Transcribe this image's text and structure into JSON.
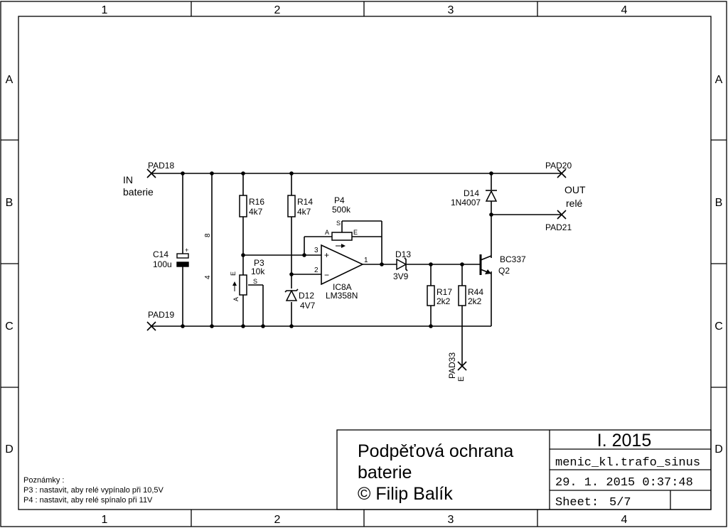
{
  "frame": {
    "columns": [
      "1",
      "2",
      "3",
      "4"
    ],
    "rows": [
      "A",
      "B",
      "C",
      "D"
    ]
  },
  "pads": {
    "pad18": "PAD18",
    "pad19": "PAD19",
    "pad20": "PAD20",
    "pad21": "PAD21",
    "pad33": "PAD33",
    "pad33_sub": "E"
  },
  "labels": {
    "in": "IN",
    "in_sub": "baterie",
    "out": "OUT",
    "out_sub": "relé"
  },
  "components": {
    "c14": {
      "ref": "C14",
      "value": "100u"
    },
    "r16": {
      "ref": "R16",
      "value": "4k7"
    },
    "r14": {
      "ref": "R14",
      "value": "4k7"
    },
    "p3": {
      "ref": "P3",
      "value": "10k",
      "pin_a": "A",
      "pin_e": "E",
      "pin_s": "S"
    },
    "p4": {
      "ref": "P4",
      "value": "500k",
      "pin_a": "A",
      "pin_e": "E",
      "pin_s": "S"
    },
    "d12": {
      "ref": "D12",
      "value": "4V7"
    },
    "d13": {
      "ref": "D13",
      "value": "3V9"
    },
    "d14": {
      "ref": "D14",
      "value": "1N4007"
    },
    "ic8a": {
      "ref": "IC8A",
      "value": "LM358N",
      "pin_plus": "+",
      "pin_minus": "−",
      "pin3": "3",
      "pin2": "2",
      "pin1": "1",
      "pwr8": "8",
      "pwr4": "4"
    },
    "r17": {
      "ref": "R17",
      "value": "2k2"
    },
    "r44": {
      "ref": "R44",
      "value": "2k2"
    },
    "q2": {
      "ref": "Q2",
      "value": "BC337"
    }
  },
  "notes": {
    "heading": "Poznámky :",
    "line1": "P3 : nastavit, aby relé vypínalo při 10,5V",
    "line2": "P4 : nastavit, aby relé spínalo při 11V"
  },
  "title_block": {
    "title_line1": "Podpěťová ochrana",
    "title_line2": "baterie",
    "author": "© Filip Balík",
    "version": "I. 2015",
    "filename": "menic_kl.trafo_sinus",
    "datetime": "29. 1. 2015 0:37:48",
    "sheet_label": "Sheet:",
    "sheet_value": "5/7"
  }
}
